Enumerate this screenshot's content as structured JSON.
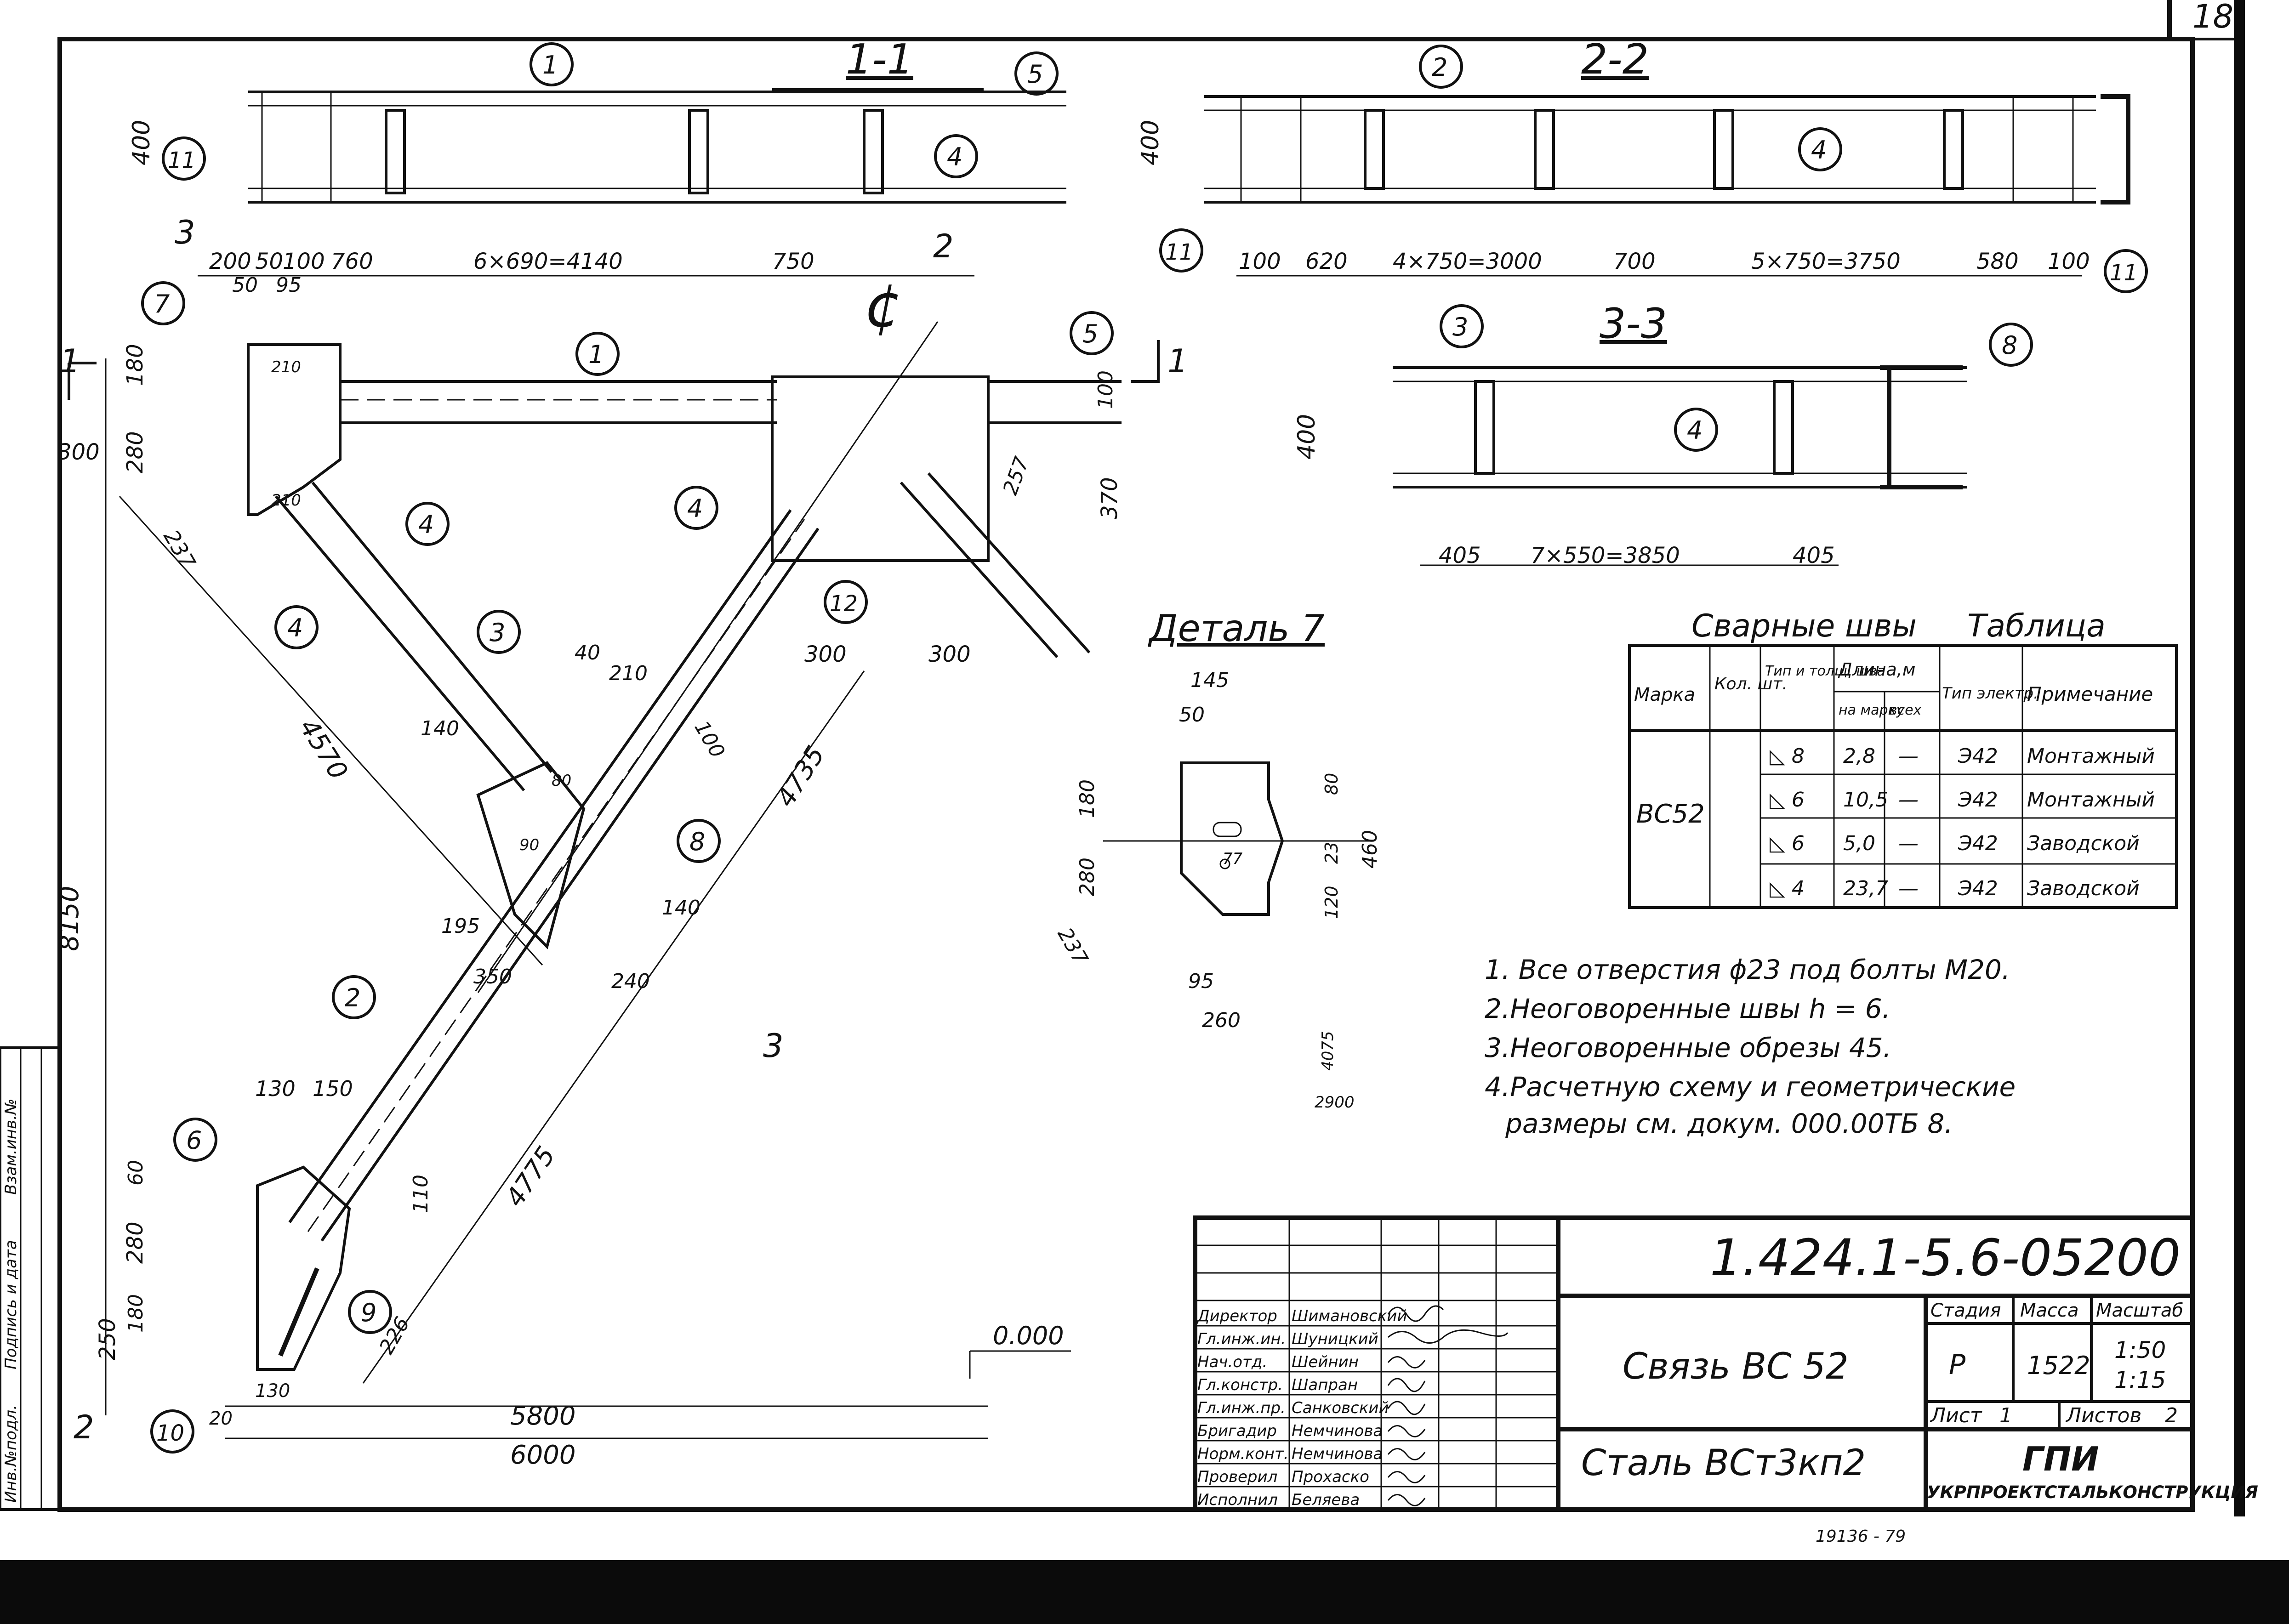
{
  "sheet_number": "18",
  "stamp_margin": {
    "col1": "Инв.№подл.",
    "col2": "Подпись и дата",
    "col3": "Взам.инв.№"
  },
  "sections": {
    "s11": {
      "title": "1-1",
      "height": "400",
      "dims": [
        "200",
        "50",
        "100",
        "760",
        "6×690=4140",
        "750"
      ]
    },
    "s22": {
      "title": "2-2",
      "height": "400",
      "dims": [
        "100",
        "620",
        "4×750=3000",
        "700",
        "5×750=3750",
        "580",
        "100"
      ]
    },
    "s33": {
      "title": "3-3",
      "height": "400",
      "dims": [
        "405",
        "7×550=3850",
        "405"
      ]
    }
  },
  "section_marks": {
    "m1": "1",
    "m2": "2",
    "m3": "3"
  },
  "centerline_mark": "¢",
  "main_dims": {
    "top_left": [
      "50",
      "95",
      "300",
      "180",
      "280",
      "237",
      "210",
      "210"
    ],
    "vertical_total": "8150",
    "diag_a": "4570",
    "diag_b": "4735",
    "diag_c": "4775",
    "node_center": [
      "40",
      "210",
      "100",
      "140",
      "80",
      "90",
      "195",
      "350",
      "240",
      "140"
    ],
    "right_gusset": [
      "300",
      "300",
      "100",
      "370",
      "257"
    ],
    "bottom_left": [
      "130",
      "150",
      "60",
      "280",
      "180",
      "250",
      "110",
      "226",
      "130",
      "20"
    ],
    "horizontal": [
      "5800",
      "6000"
    ],
    "level": "0.000"
  },
  "callouts": [
    "1",
    "2",
    "3",
    "4",
    "5",
    "6",
    "7",
    "8",
    "9",
    "10",
    "11",
    "12"
  ],
  "detail7": {
    "title": "Деталь 7",
    "dims": [
      "145",
      "50",
      "180",
      "280",
      "80",
      "23",
      "460",
      "120",
      "77",
      "237",
      "95",
      "260",
      "4075",
      "2900"
    ]
  },
  "weld_table": {
    "title": "Сварные швы",
    "title_right": "Таблица",
    "headers": {
      "mark": "Марка",
      "qty": "Кол. шт.",
      "type": "Тип и толщ. шва",
      "length": "Длина,м",
      "per_mark": "на марку",
      "total": "всех",
      "electrode": "Тип электр.",
      "note": "Примечание"
    },
    "mark": "ВС52",
    "rows": [
      {
        "type": "◺ 8",
        "per_mark": "2,8",
        "total": "—",
        "electrode": "Э42",
        "note": "Монтажный"
      },
      {
        "type": "◺ 6",
        "per_mark": "10,5",
        "total": "—",
        "electrode": "Э42",
        "note": "Монтажный"
      },
      {
        "type": "◺ 6",
        "per_mark": "5,0",
        "total": "—",
        "electrode": "Э42",
        "note": "Заводской"
      },
      {
        "type": "◺ 4",
        "per_mark": "23,7",
        "total": "—",
        "electrode": "Э42",
        "note": "Заводской"
      }
    ]
  },
  "notes": [
    "1. Все отверстия ϕ23 под болты М20.",
    "2.Неоговоренные швы h = 6.",
    "3.Неоговоренные обрезы 45.",
    "4.Расчетную схему и геометрические",
    "размеры см. докум. 000.00ТБ 8."
  ],
  "title_block": {
    "doc_code": "1.424.1-5.6-05200",
    "name": "Связь ВС 52",
    "material": "Сталь ВСт3кп2",
    "stage_label": "Стадия",
    "stage": "Р",
    "mass_label": "Масса",
    "mass": "1522",
    "scale_label": "Масштаб",
    "scale": [
      "1:50",
      "1:15"
    ],
    "sheet_label": "Лист",
    "sheet": "1",
    "sheets_label": "Листов",
    "sheets": "2",
    "org_short": "ГПИ",
    "org": "УКРПРОЕКТСТАЛЬКОНСТРУКЦИЯ",
    "people": [
      {
        "role": "Директор",
        "name": "Шимановский"
      },
      {
        "role": "Гл.инж.ин.",
        "name": "Шуницкий"
      },
      {
        "role": "Нач.отд.",
        "name": "Шейнин"
      },
      {
        "role": "Гл.констр.",
        "name": "Шапран"
      },
      {
        "role": "Гл.инж.пр.",
        "name": "Санковский"
      },
      {
        "role": "Бригадир",
        "name": "Немчинова"
      },
      {
        "role": "Норм.конт.",
        "name": "Немчинова"
      },
      {
        "role": "Проверил",
        "name": "Прохаско"
      },
      {
        "role": "Исполнил",
        "name": "Беляева"
      }
    ]
  },
  "footer_mark": "19136 - 79"
}
